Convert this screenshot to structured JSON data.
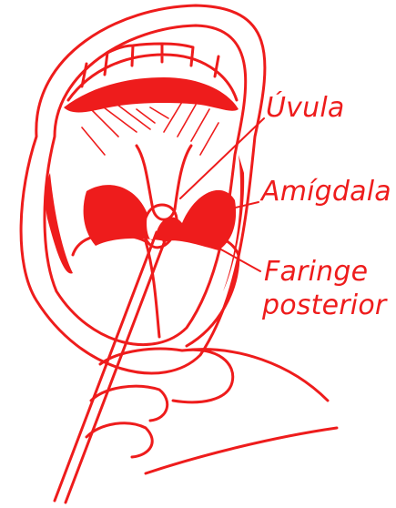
{
  "labels": {
    "uvula": "Úvula",
    "amigdala": "Amígdala",
    "faringe_line1": "Faringe",
    "faringe_line2": "posterior"
  },
  "colors": {
    "ink": "#ee1c1c",
    "background": "#ffffff"
  }
}
